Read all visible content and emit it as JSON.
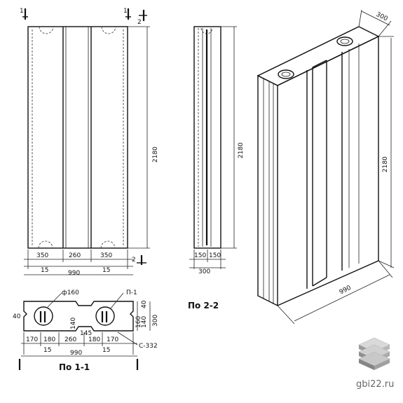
{
  "front_view": {
    "section_mark_left": "1",
    "section_mark_right": "1",
    "section_mark_2": "2",
    "height_label": "2180",
    "bottom_dims": [
      "350",
      "260",
      "350"
    ],
    "edge_left": "15",
    "edge_right": "15",
    "total_width": "990",
    "section_mark_bottom": "2"
  },
  "side_view": {
    "height_label": "2180",
    "bottom_dims": [
      "150",
      "150"
    ],
    "total_width": "300",
    "caption": "По 2-2"
  },
  "section_view": {
    "hole_dia": "ф160",
    "lift_loop": "П-1",
    "left_dim": "40",
    "inner_vertical": "140",
    "groove_dim": "145",
    "right_dims": [
      "160",
      "140",
      "40",
      "300"
    ],
    "bottom_dims": [
      "170",
      "180",
      "260",
      "180",
      "170"
    ],
    "concrete_class": "С-332",
    "edge_left": "15",
    "edge_right": "15",
    "total_width": "990",
    "caption": "По 1-1"
  },
  "iso_view": {
    "depth_label": "300",
    "height_label": "2180",
    "width_label": "990"
  },
  "watermark": "gbi22.ru"
}
